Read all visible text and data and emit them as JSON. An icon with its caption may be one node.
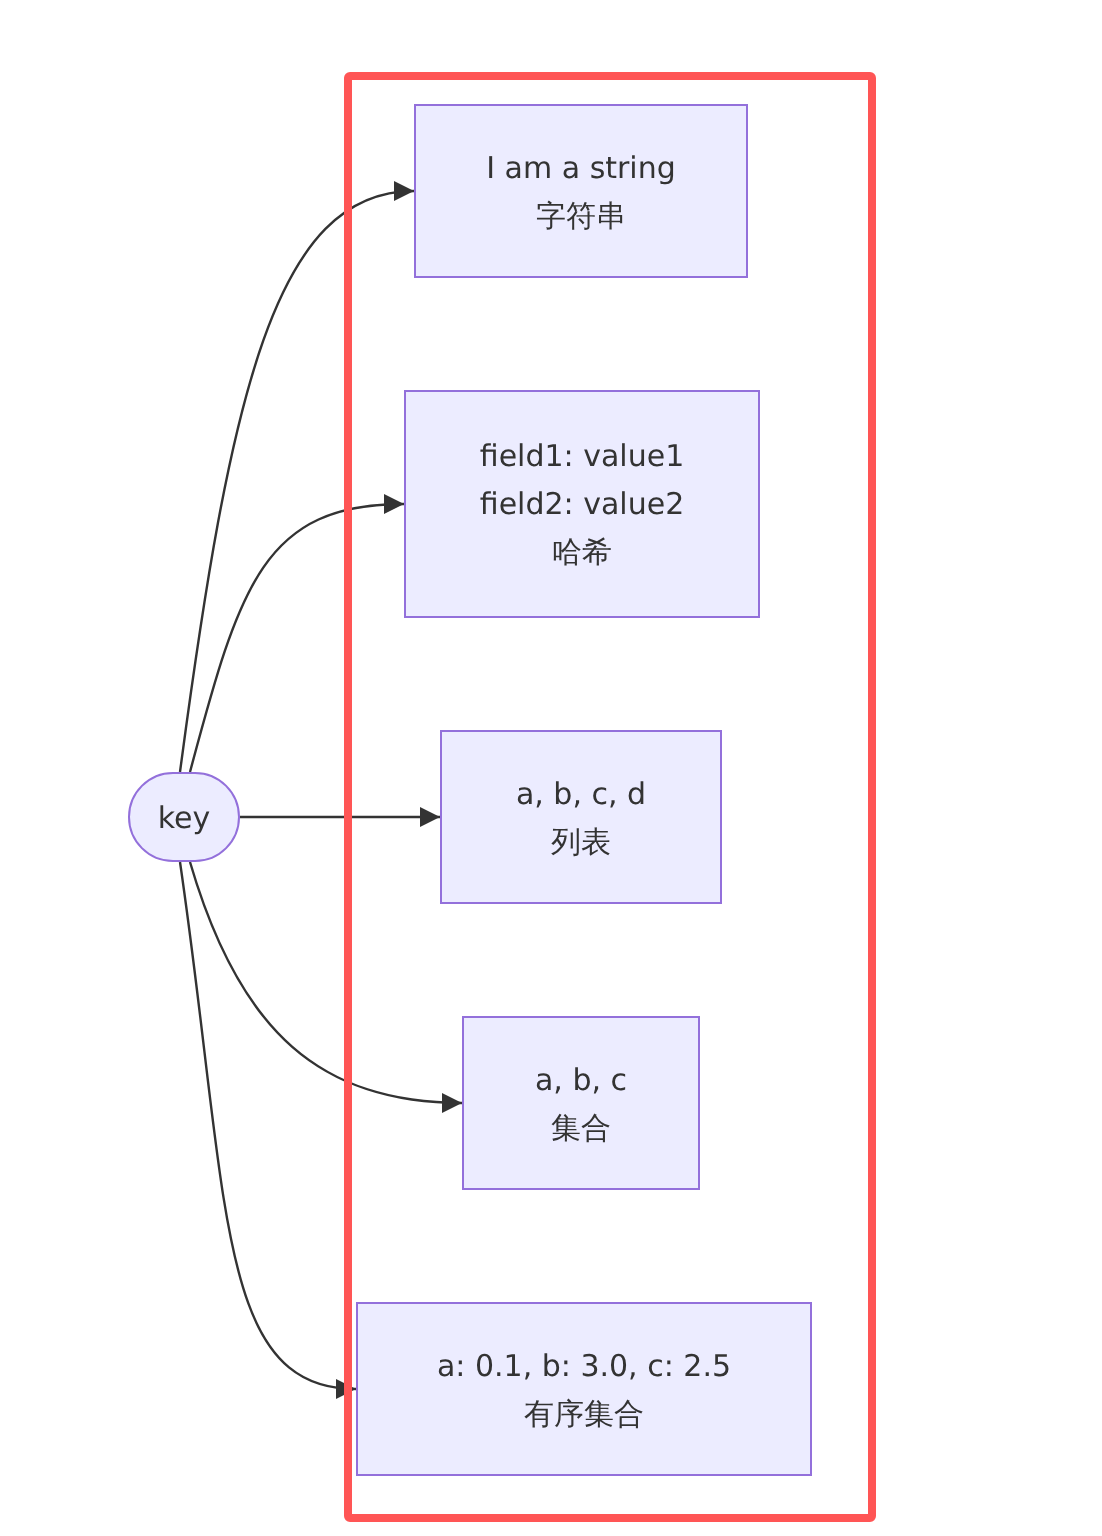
{
  "diagram": {
    "nodes": [
      {
        "text": [
          "key"
        ]
      },
      {
        "text": [],
        "shape": "box"
      },
      {
        "text": [
          "I am a string",
          "字符串"
        ],
        "in": 1
      },
      {
        "text": [
          "field1: value1",
          "field2: value2",
          "哈希"
        ],
        "in": 1
      },
      {
        "text": [
          "a, b, c, d",
          "列表"
        ],
        "in": 1
      },
      {
        "text": [
          "a, b, c",
          "集合"
        ],
        "in": 1
      },
      {
        "text": [
          "a: 0.1, b: 3.0, c: 2.5",
          "有序集合"
        ],
        "in": 1
      }
    ],
    "edges": [
      {
        "from": 0,
        "to": 2,
        "arrow": "to"
      },
      {
        "from": 0,
        "to": 3,
        "arrow": "to"
      },
      {
        "from": 0,
        "to": 4,
        "arrow": "to"
      },
      {
        "from": 0,
        "to": 5,
        "arrow": "to"
      },
      {
        "from": 0,
        "to": 6,
        "arrow": "to"
      }
    ]
  }
}
